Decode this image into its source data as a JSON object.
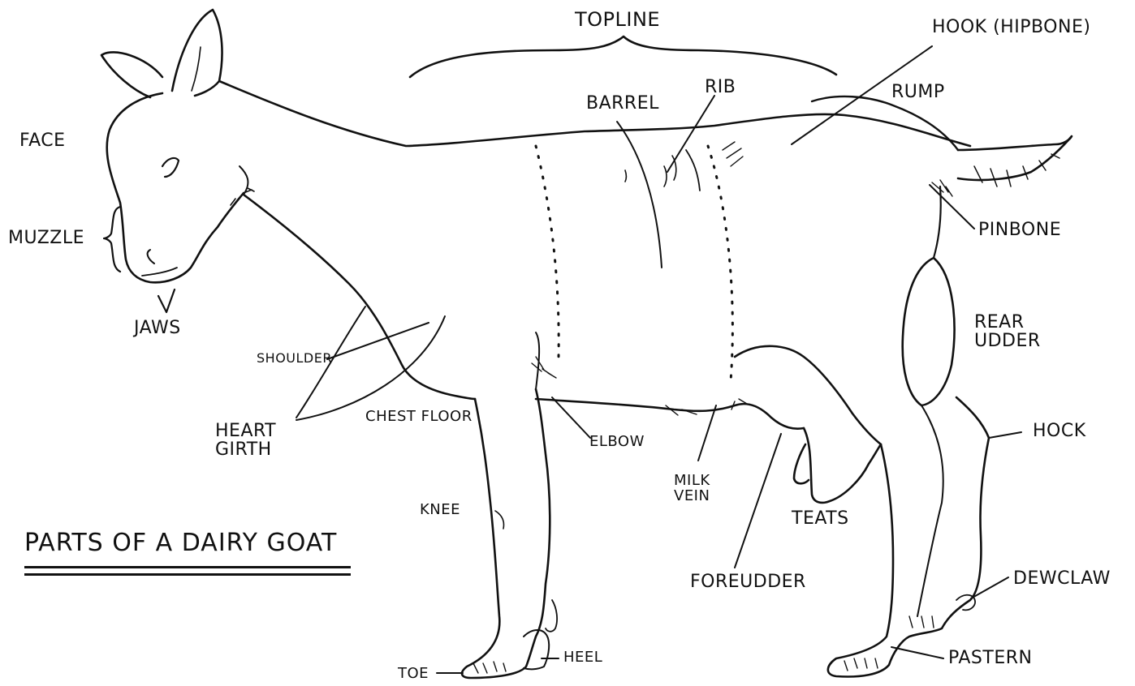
{
  "diagram": {
    "title": "PARTS OF A DAIRY GOAT",
    "labels": {
      "topline": "TOPLINE",
      "hook": "HOOK (HIPBONE)",
      "rump": "RUMP",
      "rib": "RIB",
      "barrel": "BARREL",
      "face": "FACE",
      "muzzle": "MUZZLE",
      "jaws": "JAWS",
      "pinbone": "PINBONE",
      "rear_udder": "REAR\nUDDER",
      "shoulder": "SHOULDER",
      "heart_girth": "HEART\nGIRTH",
      "chest_floor": "CHEST FLOOR",
      "elbow": "ELBOW",
      "milk_vein": "MILK\nVEIN",
      "hock": "HOCK",
      "knee": "KNEE",
      "teats": "TEATS",
      "foreudder": "FOREUDDER",
      "dewclaw": "DEWCLAW",
      "toe": "TOE",
      "heel": "HEEL",
      "pastern": "PASTERN"
    }
  }
}
